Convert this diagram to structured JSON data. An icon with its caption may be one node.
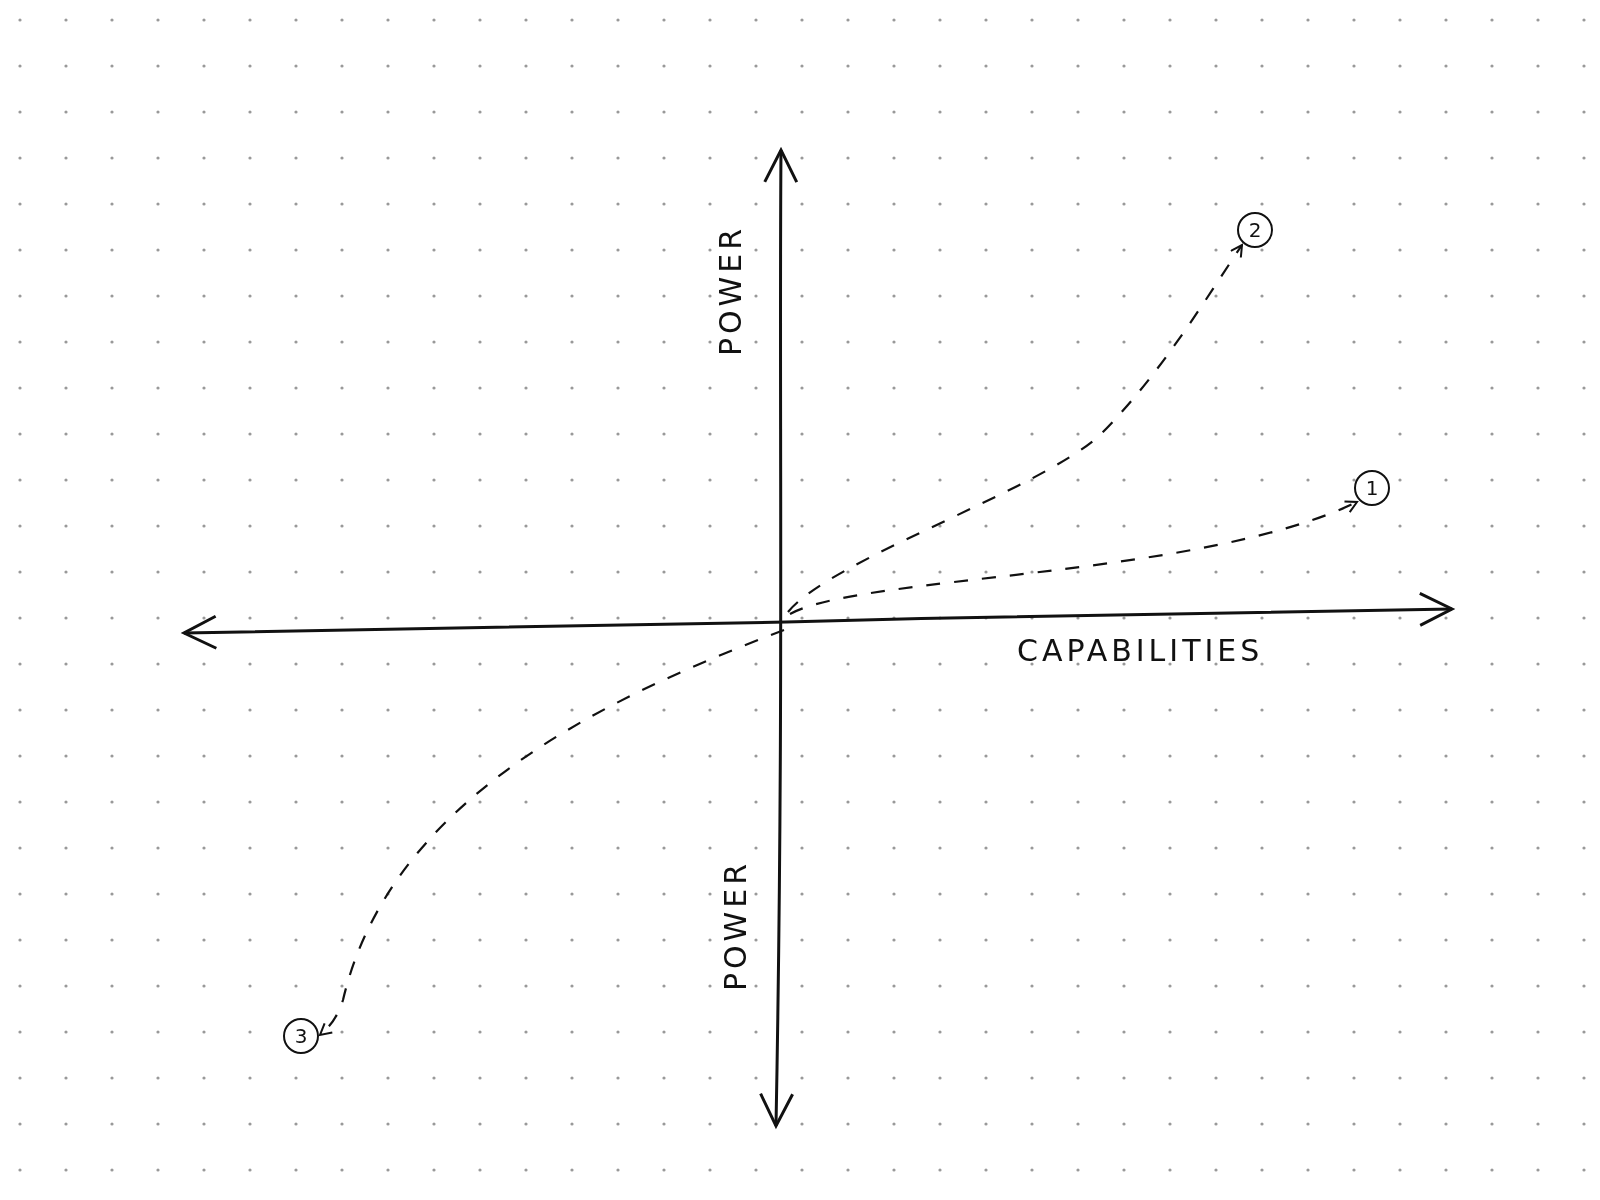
{
  "diagram": {
    "nodes": [
      {
        "text": [
          "2"
        ]
      },
      {
        "text": [
          "1"
        ]
      },
      {
        "text": [
          "3"
        ]
      }
    ],
    "edges": [
      {
        "from": null,
        "to": 0,
        "arrow": "to",
        "style": "dashed"
      },
      {
        "from": null,
        "to": 1,
        "arrow": "to",
        "style": "dashed"
      },
      {
        "from": null,
        "to": 2,
        "arrow": "to",
        "style": "dashed"
      }
    ],
    "labels": [
      "POWER",
      "POWER",
      "CAPABILITIES"
    ]
  }
}
